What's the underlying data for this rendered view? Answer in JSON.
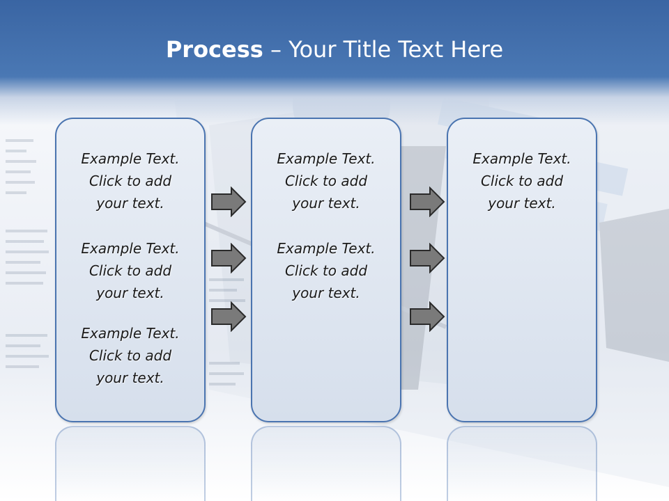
{
  "title": {
    "bold": "Process",
    "rest": " – Your Title Text Here"
  },
  "columns": [
    {
      "items": [
        "Example Text.\nClick  to add\nyour text.",
        "Example Text.\nClick  to add\nyour text.",
        "Example Text.\nClick  to add\nyour text."
      ]
    },
    {
      "items": [
        "Example Text.\nClick  to add\nyour text.",
        "Example Text.\nClick  to add\nyour text."
      ]
    },
    {
      "items": [
        "Example Text.\nClick  to add\nyour text."
      ]
    }
  ],
  "icons": {
    "arrow": "right-arrow-icon"
  },
  "colors": {
    "header": "#3a65a3",
    "box_border": "#4a74b0",
    "arrow_fill": "#7a7a7a"
  }
}
